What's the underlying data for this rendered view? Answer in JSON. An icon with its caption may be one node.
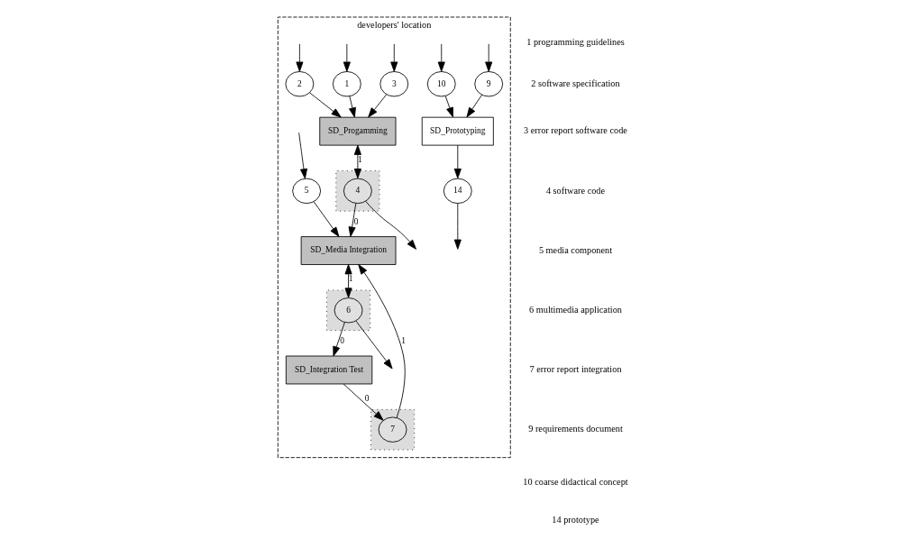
{
  "diagram": {
    "nodes": [
      {
        "text": [
          "developers' location"
        ]
      },
      {
        "text": [
          "9"
        ],
        "in": 0
      },
      {
        "text": [
          "SD_Prototyping"
        ],
        "in": 0
      },
      {
        "text": [
          "14"
        ],
        "in": 0
      },
      {
        "text": [
          "10"
        ],
        "in": 0
      },
      {
        "text": [
          "3"
        ],
        "in": 0
      },
      {
        "text": [
          "1"
        ],
        "in": 0
      },
      {
        "text": [
          "SD_Progamming"
        ],
        "in": 0
      },
      {
        "text": [],
        "shape": "box",
        "in": 0
      },
      {
        "text": [
          "4"
        ],
        "in": 8
      },
      {
        "text": [
          "2"
        ],
        "in": 0
      },
      {
        "text": [
          "5"
        ],
        "in": 0
      },
      {
        "text": [
          "SD_Media Integration"
        ],
        "in": 0
      },
      {
        "text": [
          "SD_Integration Test"
        ],
        "in": 0
      },
      {
        "text": [],
        "shape": "box",
        "in": 0
      },
      {
        "text": [
          "6"
        ],
        "in": 14
      },
      {
        "text": [],
        "shape": "box",
        "in": 0
      },
      {
        "text": [
          "7"
        ],
        "in": 16
      }
    ],
    "edges": [
      {
        "from": null,
        "to": 1,
        "arrow": "to"
      },
      {
        "from": null,
        "to": 4,
        "arrow": "to"
      },
      {
        "from": 1,
        "to": 2,
        "arrow": "to"
      },
      {
        "from": 4,
        "to": 2,
        "arrow": "to"
      },
      {
        "from": 2,
        "to": 3,
        "arrow": "to"
      },
      {
        "from": 3,
        "to": null,
        "arrow": "to"
      },
      {
        "from": null,
        "to": 5,
        "arrow": "to"
      },
      {
        "from": 5,
        "to": 7,
        "arrow": "to"
      },
      {
        "from": null,
        "to": 6,
        "arrow": "to"
      },
      {
        "from": null,
        "to": 10,
        "arrow": "to"
      },
      {
        "from": 6,
        "to": 7,
        "arrow": "to"
      },
      {
        "from": 10,
        "to": 7,
        "arrow": "to"
      },
      {
        "from": 7,
        "to": 9,
        "arrow": "both",
        "label": "1"
      },
      {
        "from": 9,
        "to": null,
        "arrow": "to"
      },
      {
        "from": 9,
        "to": 12,
        "arrow": "to",
        "label": "0"
      },
      {
        "from": null,
        "to": 11,
        "arrow": "to"
      },
      {
        "from": 11,
        "to": 12,
        "arrow": "to"
      },
      {
        "from": 12,
        "to": 15,
        "arrow": "both",
        "label": "1"
      },
      {
        "from": 15,
        "to": 13,
        "arrow": "to",
        "label": "0"
      },
      {
        "from": 15,
        "to": null,
        "arrow": "to"
      },
      {
        "from": 13,
        "to": 17,
        "arrow": "to",
        "label": "0"
      },
      {
        "from": 17,
        "to": 12,
        "arrow": "to",
        "label": "1"
      }
    ],
    "labels": [
      "1 programming guidelines",
      "2 software specification",
      "3 error report software code",
      "4 software code",
      "5 media component",
      "6 multimedia application",
      "7 error report integration",
      "9 requirements document",
      "10 coarse didactical concept",
      "14 prototype"
    ]
  }
}
